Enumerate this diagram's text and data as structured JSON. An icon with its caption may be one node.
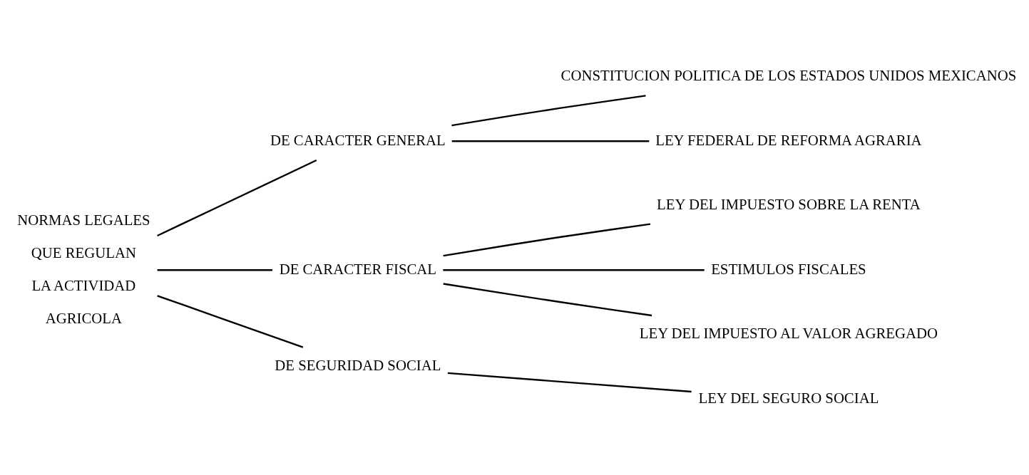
{
  "diagram": {
    "nodes": [
      {
        "text": [
          "NORMAS LEGALES QUE REGULAN LA ACTIVIDAD AGRICOLA"
        ]
      },
      {
        "text": [
          "DE CARACTER GENERAL"
        ]
      },
      {
        "text": [
          "CONSTITUCION POLITICA DE LOS ESTADOS UNIDOS MEXICANOS"
        ]
      },
      {
        "text": [
          "LEY FEDERAL DE REFORMA AGRARIA"
        ]
      },
      {
        "text": [
          "DE CARACTER FISCAL"
        ]
      },
      {
        "text": [
          "LEY DEL IMPUESTO SOBRE LA RENTA"
        ]
      },
      {
        "text": [
          "ESTIMULOS FISCALES"
        ]
      },
      {
        "text": [
          "LEY DEL IMPUESTO AL VALOR AGREGADO"
        ]
      },
      {
        "text": [
          "DE SEGURIDAD SOCIAL"
        ]
      },
      {
        "text": [
          "LEY DEL SEGURO SOCIAL"
        ]
      }
    ],
    "edges": [
      {
        "from": 0,
        "to": 1,
        "arrow": "none"
      },
      {
        "from": 0,
        "to": 4,
        "arrow": "none"
      },
      {
        "from": 0,
        "to": 8,
        "arrow": "none"
      },
      {
        "from": 1,
        "to": 2,
        "arrow": "none"
      },
      {
        "from": 1,
        "to": 3,
        "arrow": "none"
      },
      {
        "from": 4,
        "to": 5,
        "arrow": "none"
      },
      {
        "from": 4,
        "to": 6,
        "arrow": "none"
      },
      {
        "from": 4,
        "to": 7,
        "arrow": "none"
      },
      {
        "from": 8,
        "to": 9,
        "arrow": "none"
      }
    ]
  }
}
